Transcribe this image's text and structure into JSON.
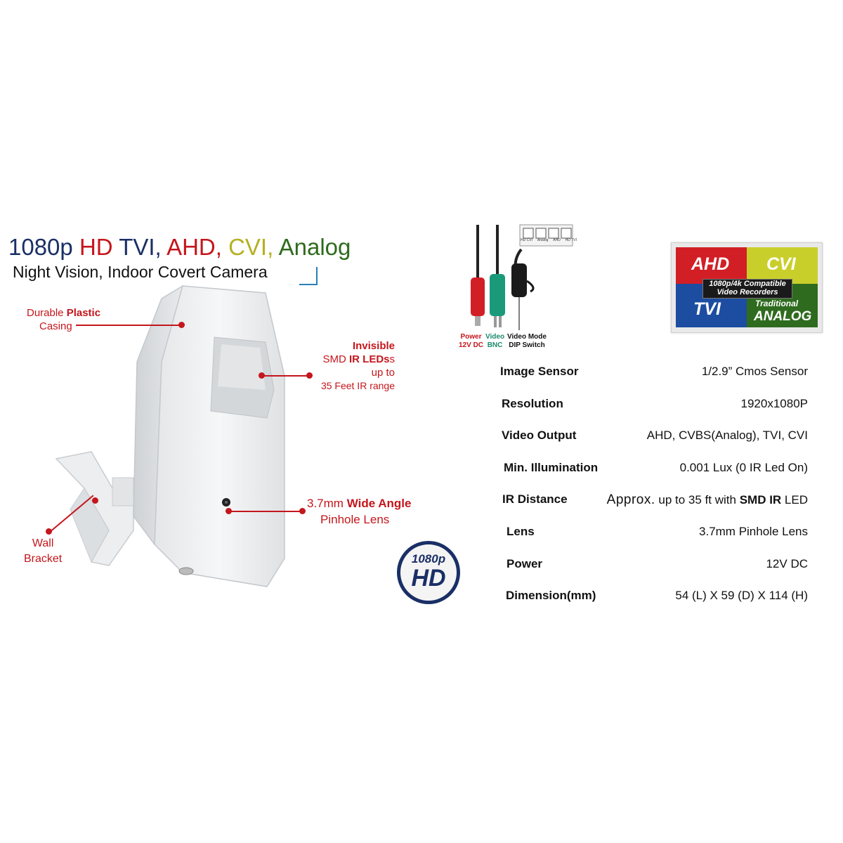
{
  "title": {
    "part_1080p": "1080p",
    "part_hd": "HD",
    "part_tvi": "TVI,",
    "part_ahd": "AHD,",
    "part_cvi": "CVI,",
    "part_analog": "Analog",
    "subtitle": "Night Vision, Indoor Covert Camera",
    "colors": {
      "navy": "#1a2f66",
      "red": "#c4161c",
      "olive": "#b5b020",
      "green": "#2e6b1d"
    }
  },
  "callouts": {
    "casing_prefix": "Durable",
    "casing_bold": "Plastic",
    "casing_line2": "Casing",
    "ir_line1": "Invisible",
    "ir_prefix": "SMD",
    "ir_bold": "IR LEDs",
    "ir_line3": "up to",
    "ir_line4": "35 Feet IR range",
    "lens_prefix": "3.7mm",
    "lens_bold": "Wide Angle",
    "lens_line2": "Pinhole Lens",
    "bracket_line1": "Wall",
    "bracket_line2": "Bracket",
    "color": "#c4161c"
  },
  "cables": {
    "power_line1": "Power",
    "power_line2": "12V DC",
    "video_line1": "Video",
    "video_line2": "BNC",
    "dip_line1": "Video Mode",
    "dip_line2": "DIP Switch",
    "dip_labels": [
      "HD CVI",
      "Analog",
      "AHD",
      "HD TVI"
    ]
  },
  "compat_badge": {
    "ahd": "AHD",
    "cvi": "CVI",
    "tvi": "TVI",
    "traditional": "Traditional",
    "analog": "ANALOG",
    "center_line1": "1080p/4k  Compatible",
    "center_line2": "Video Recorders",
    "colors": {
      "ahd": "#d21f26",
      "cvi": "#c9cf2a",
      "tvi": "#1c4da1",
      "analog": "#2f6b1f"
    }
  },
  "hd_logo": {
    "top": "1080p",
    "bottom": "HD"
  },
  "specs": [
    {
      "label": "Image Sensor",
      "value": "1/2.9” Cmos Sensor"
    },
    {
      "label": "Resolution",
      "value": "1920x1080P"
    },
    {
      "label": "Video Output",
      "value": "AHD, CVBS(Analog), TVI, CVI"
    },
    {
      "label": "Min. Illumination",
      "value": "0.001 Lux (0 IR Led On)"
    },
    {
      "label": "IR Distance",
      "value_prefix": "Approx.",
      "value_mid": "up to 35 ft with",
      "value_bold": "SMD IR",
      "value_suffix": "LED"
    },
    {
      "label": "Lens",
      "value": "3.7mm Pinhole Lens"
    },
    {
      "label": "Power",
      "value": "12V DC"
    },
    {
      "label": "Dimension(mm)",
      "value": "54 (L) X 59 (D) X 114 (H)"
    }
  ]
}
